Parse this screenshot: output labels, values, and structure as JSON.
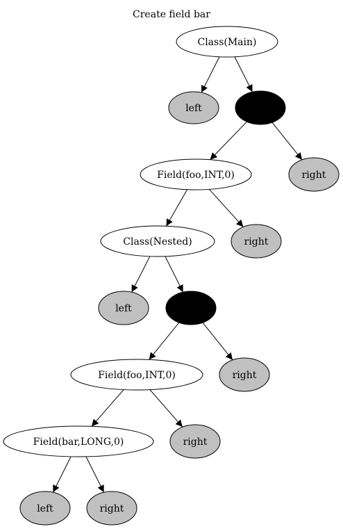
{
  "title": "Create field bar",
  "colors": {
    "white_fill": "#ffffff",
    "gray_fill": "#c0c0c0",
    "black_fill": "#000000",
    "stroke": "#000000"
  },
  "nodes": [
    {
      "id": "n1",
      "label": "Class(Main)",
      "style": "white"
    },
    {
      "id": "n2",
      "label": "left",
      "style": "gray"
    },
    {
      "id": "n3",
      "label": "",
      "style": "black"
    },
    {
      "id": "n4",
      "label": "Field(foo,INT,0)",
      "style": "white"
    },
    {
      "id": "n5",
      "label": "right",
      "style": "gray"
    },
    {
      "id": "n6",
      "label": "Class(Nested)",
      "style": "white"
    },
    {
      "id": "n7",
      "label": "right",
      "style": "gray"
    },
    {
      "id": "n8",
      "label": "left",
      "style": "gray"
    },
    {
      "id": "n9",
      "label": "",
      "style": "black"
    },
    {
      "id": "n10",
      "label": "Field(foo,INT,0)",
      "style": "white"
    },
    {
      "id": "n11",
      "label": "right",
      "style": "gray"
    },
    {
      "id": "n12",
      "label": "Field(bar,LONG,0)",
      "style": "white"
    },
    {
      "id": "n13",
      "label": "right",
      "style": "gray"
    },
    {
      "id": "n14",
      "label": "left",
      "style": "gray"
    },
    {
      "id": "n15",
      "label": "right",
      "style": "gray"
    }
  ],
  "edges": [
    {
      "from": "n1",
      "to": "n2"
    },
    {
      "from": "n1",
      "to": "n3"
    },
    {
      "from": "n3",
      "to": "n4"
    },
    {
      "from": "n3",
      "to": "n5"
    },
    {
      "from": "n4",
      "to": "n6"
    },
    {
      "from": "n4",
      "to": "n7"
    },
    {
      "from": "n6",
      "to": "n8"
    },
    {
      "from": "n6",
      "to": "n9"
    },
    {
      "from": "n9",
      "to": "n10"
    },
    {
      "from": "n9",
      "to": "n11"
    },
    {
      "from": "n10",
      "to": "n12"
    },
    {
      "from": "n10",
      "to": "n13"
    },
    {
      "from": "n12",
      "to": "n14"
    },
    {
      "from": "n12",
      "to": "n15"
    }
  ]
}
